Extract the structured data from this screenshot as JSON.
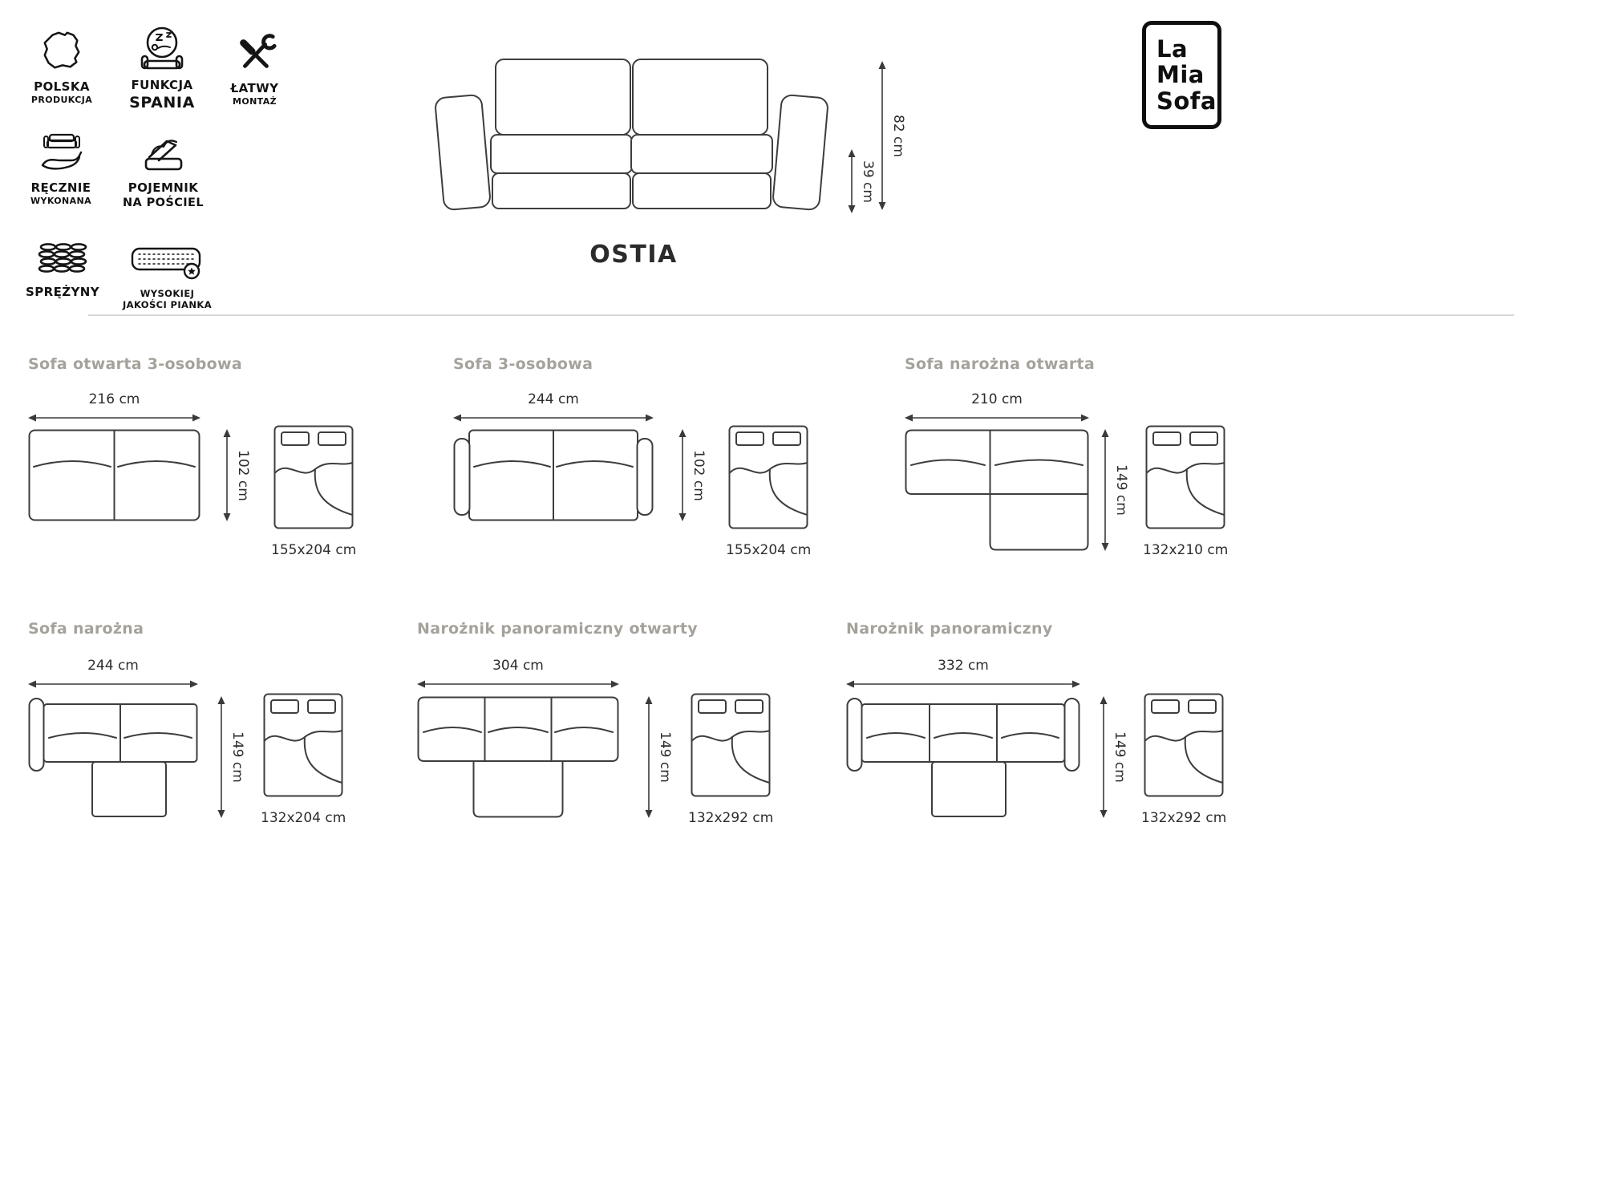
{
  "brand": {
    "lines": [
      "La",
      "Mia",
      "Sofa"
    ]
  },
  "product": {
    "title": "OSTIA"
  },
  "features": [
    {
      "label1": "POLSKA",
      "label2": "PRODUKCJA"
    },
    {
      "label1": "FUNKCJA",
      "label2": "SPANIA"
    },
    {
      "label1": "ŁATWY",
      "label2": "MONTAŻ"
    },
    {
      "label1": "RĘCZNIE",
      "label2": "WYKONANA"
    },
    {
      "label1": "POJEMNIK",
      "label2": "NA POŚCIEL"
    },
    {
      "label1": "SPRĘŻYNY",
      "label2": ""
    },
    {
      "label1": "WYSOKIEJ",
      "label2": "JAKOŚCI PIANKA"
    }
  ],
  "front_view": {
    "total_height": "82 cm",
    "seat_height": "39 cm"
  },
  "configurations": [
    {
      "title": "Sofa otwarta 3-osobowa",
      "width": "216 cm",
      "depth": "102 cm",
      "bed": "155x204 cm"
    },
    {
      "title": "Sofa 3-osobowa",
      "width": "244 cm",
      "depth": "102 cm",
      "bed": "155x204 cm"
    },
    {
      "title": "Sofa narożna otwarta",
      "width": "210 cm",
      "depth": "149 cm",
      "bed": "132x210 cm"
    },
    {
      "title": "Sofa narożna",
      "width": "244 cm",
      "depth": "149 cm",
      "bed": "132x204 cm"
    },
    {
      "title": "Narożnik panoramiczny otwarty",
      "width": "304 cm",
      "depth": "149 cm",
      "bed": "132x292 cm"
    },
    {
      "title": "Narożnik panoramiczny",
      "width": "332 cm",
      "depth": "149 cm",
      "bed": "132x292 cm"
    }
  ]
}
